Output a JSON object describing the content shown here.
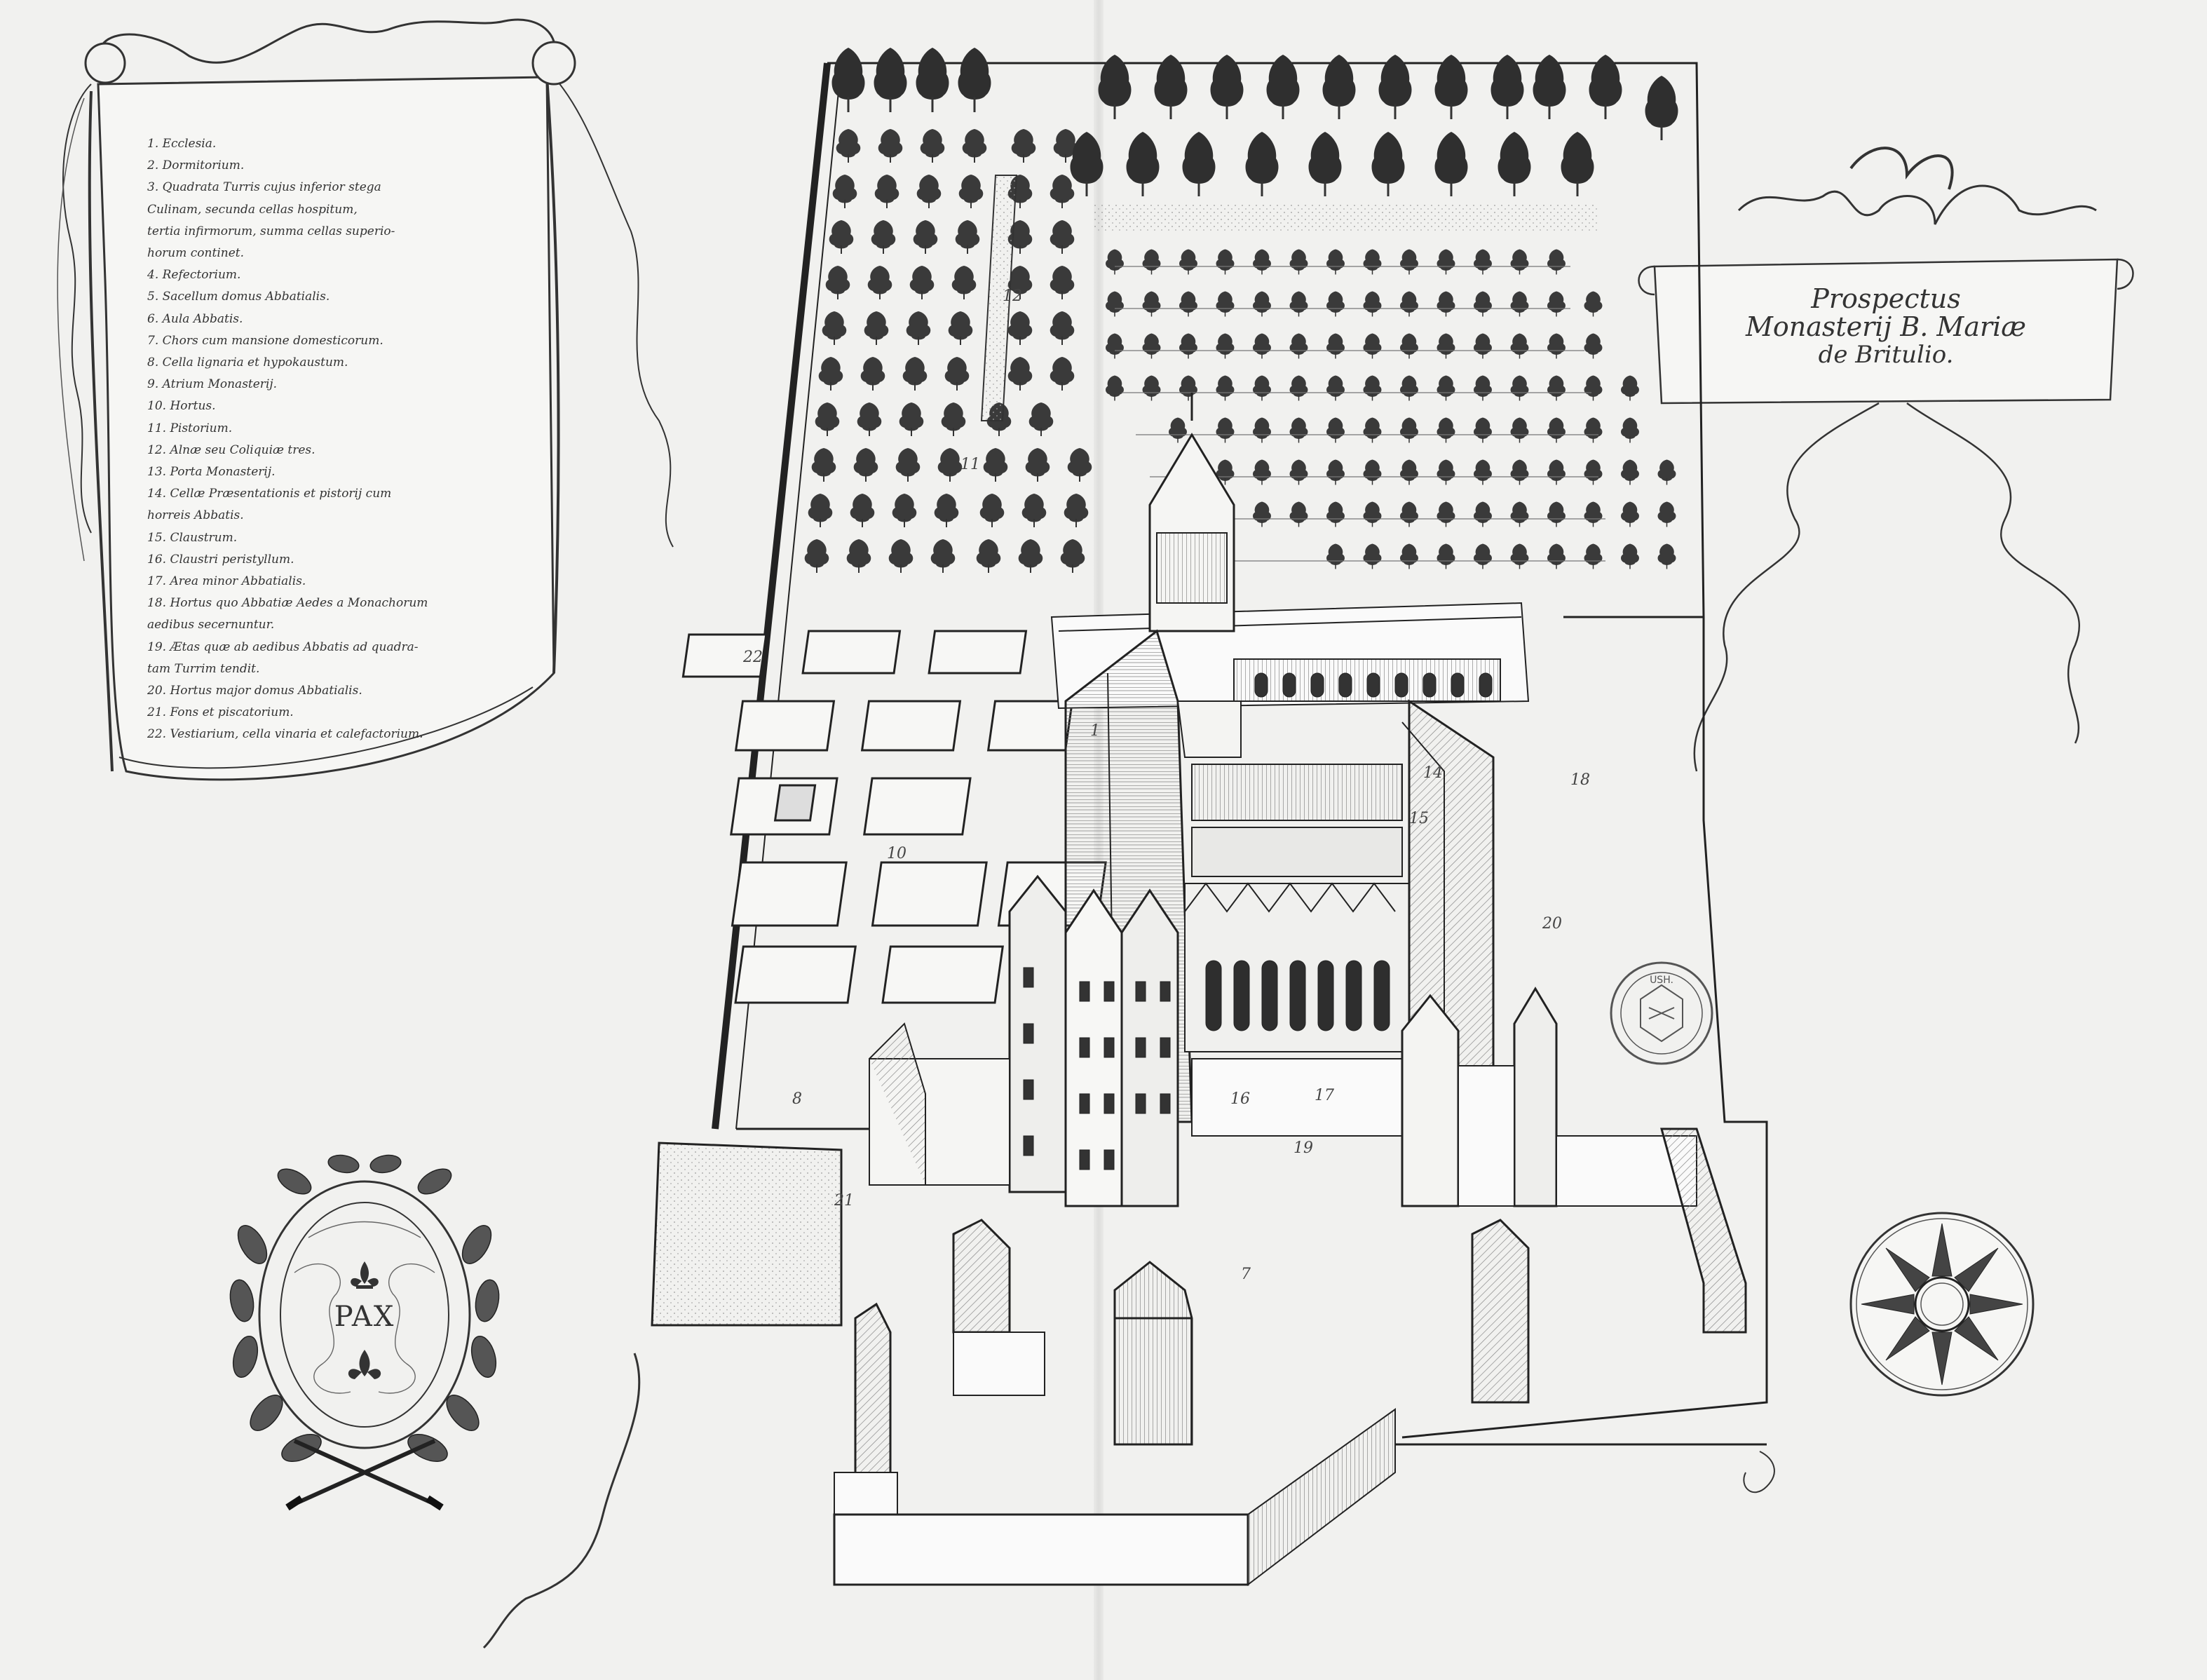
{
  "title": {
    "line1": "Prospectus",
    "line2": "Monasterij B. Mariæ",
    "line3": "de Britulio."
  },
  "legend": {
    "items": [
      "1. Ecclesia.",
      "2. Dormitorium.",
      "3. Quadrata Turris cujus inferior stega",
      "Culinam, secunda cellas hospitum,",
      "tertia infirmorum, summa cellas superio-",
      "horum continet.",
      "4. Refectorium.",
      "5. Sacellum domus Abbatialis.",
      "6. Aula Abbatis.",
      "7. Chors cum mansione domesticorum.",
      "8. Cella lignaria et hypokaustum.",
      "9. Atrium Monasterij.",
      "10. Hortus.",
      "11. Pistorium.",
      "12. Alnæ seu Coliquiæ tres.",
      "13. Porta Monasterij.",
      "14. Cellæ Præsentationis et pistorij cum",
      "horreis Abbatis.",
      "15. Claustrum.",
      "16. Claustri peristyllum.",
      "17. Area minor Abbatialis.",
      "18. Hortus quo Abbatiæ Aedes a Monachorum",
      "aedibus secernuntur.",
      "19. Ætas quæ ab aedibus Abbatis ad quadra-",
      "tam Turrim tendit.",
      "20. Hortus major domus Abbatialis.",
      "21. Fons et piscatorium.",
      "22. Vestiarium, cella vinaria et calefactorium."
    ]
  },
  "wreath": {
    "text": "PAX"
  },
  "plan_numbers": [
    "1",
    "7",
    "8",
    "10",
    "11",
    "12",
    "14",
    "15",
    "16",
    "17",
    "18",
    "19",
    "20",
    "21",
    "22"
  ],
  "stamp": {
    "text": "USH."
  },
  "icons": [
    "ribbon-scroll-icon",
    "laurel-wreath-icon",
    "fleur-de-lis-icon",
    "compass-rose-icon",
    "library-stamp-icon"
  ]
}
